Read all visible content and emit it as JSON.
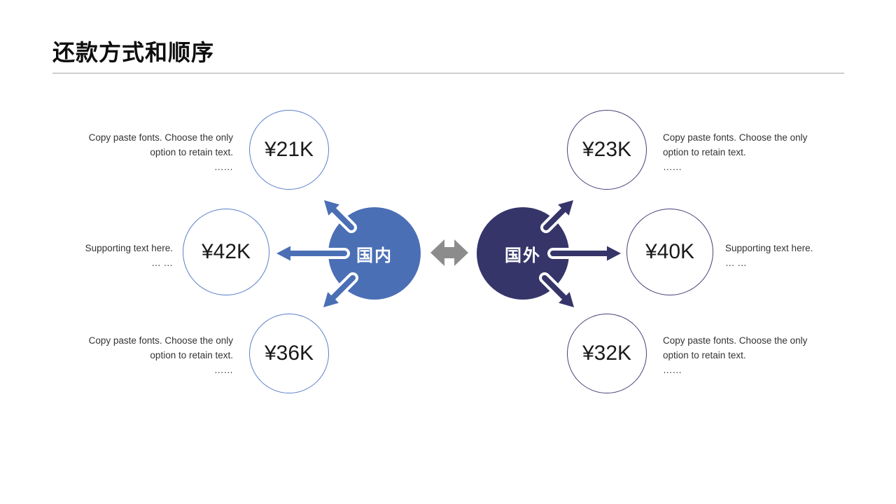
{
  "title": "还款方式和顺序",
  "colors": {
    "domestic_fill": "#4a6fb5",
    "foreign_fill": "#36356a",
    "domestic_ring": "#5b7ec9",
    "foreign_ring": "#454378",
    "exchange_arrow": "#8c8c8c",
    "text": "#333333"
  },
  "hubs": {
    "domestic": {
      "label": "国内"
    },
    "foreign": {
      "label": "国外"
    }
  },
  "domestic_nodes": [
    {
      "value": "¥21K",
      "lines": [
        "Copy paste fonts. Choose the only",
        "option to retain text.",
        "……"
      ]
    },
    {
      "value": "¥42K",
      "lines": [
        "Supporting text here.",
        "… …"
      ]
    },
    {
      "value": "¥36K",
      "lines": [
        "Copy paste fonts. Choose the only",
        "option to retain text.",
        "……"
      ]
    }
  ],
  "foreign_nodes": [
    {
      "value": "¥23K",
      "lines": [
        "Copy paste fonts. Choose the only",
        "option to retain text.",
        "……"
      ]
    },
    {
      "value": "¥40K",
      "lines": [
        "Supporting text here.",
        "… …"
      ]
    },
    {
      "value": "¥32K",
      "lines": [
        "Copy paste fonts. Choose the only",
        "option to retain text.",
        "……"
      ]
    }
  ]
}
